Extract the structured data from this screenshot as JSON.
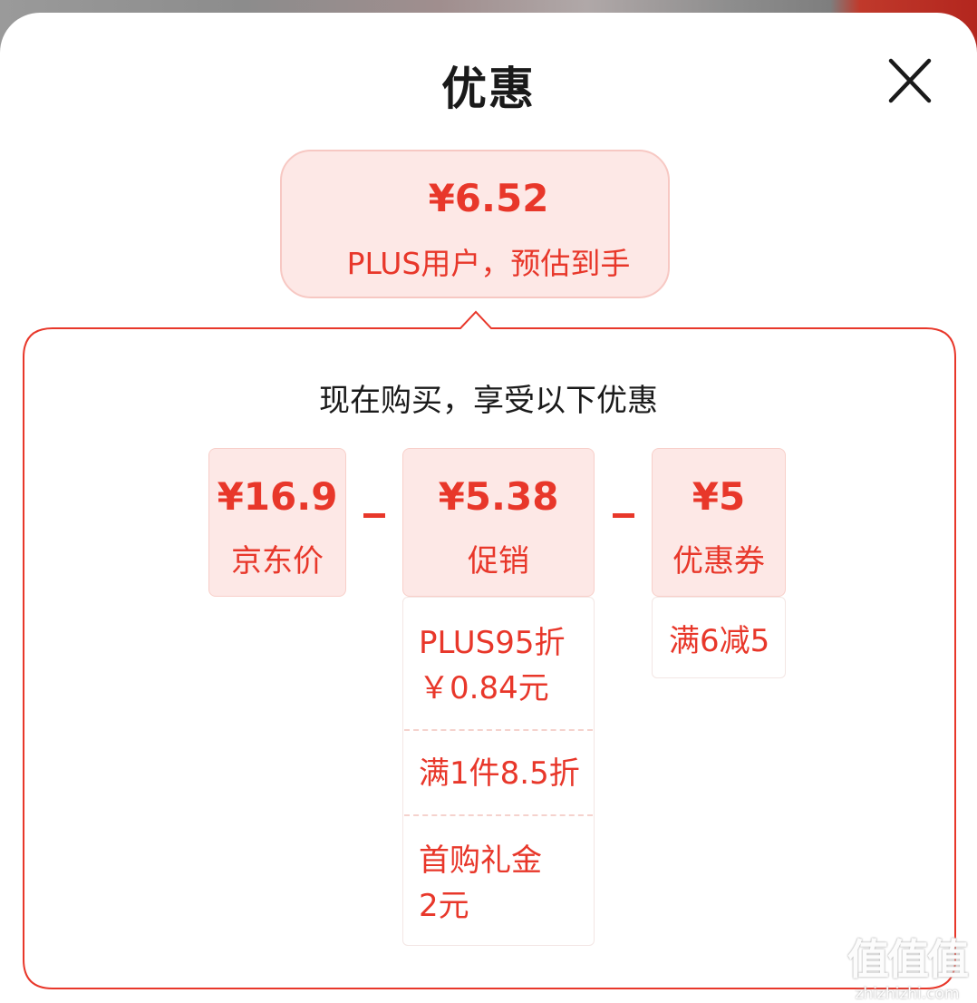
{
  "header": {
    "title": "优惠"
  },
  "estimate": {
    "price": "¥6.52",
    "label": "PLUS用户，预估到手"
  },
  "panel": {
    "heading": "现在购买，享受以下优惠"
  },
  "breakdown": [
    {
      "amount": "¥16.9",
      "label": "京东价"
    },
    {
      "amount": "¥5.38",
      "label": "促销"
    },
    {
      "amount": "¥5",
      "label": "优惠券"
    }
  ],
  "promotions": {
    "items": [
      {
        "line1": "PLUS95折",
        "line2": "￥0.84元"
      },
      {
        "line1": "满1件8.5折",
        "line2": ""
      },
      {
        "line1": "首购礼金",
        "line2": "2元"
      }
    ]
  },
  "coupons": {
    "items": [
      {
        "line1": "满6减5"
      }
    ]
  },
  "watermark": {
    "mark": "值值值",
    "url": "zhizhizhi.com"
  },
  "colors": {
    "accent": "#e8372a",
    "tint": "#fde8e6",
    "border": "#f8cfc9"
  }
}
